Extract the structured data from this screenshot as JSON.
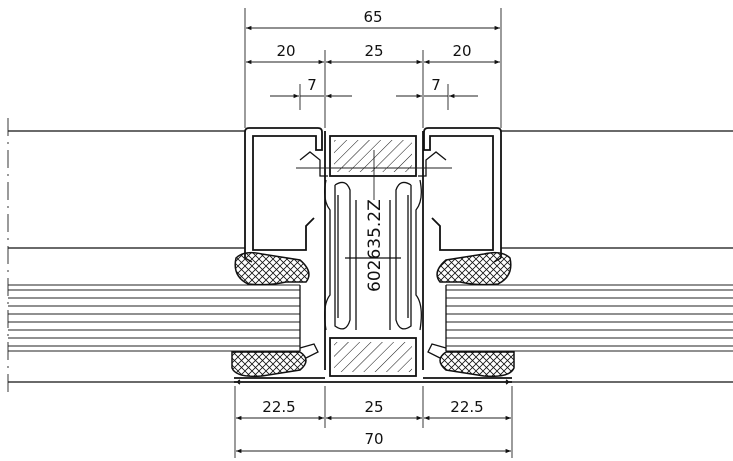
{
  "profile_code": "602635.2Z",
  "dimensions_top": {
    "overall": "65",
    "left_segment": "20",
    "middle_segment": "25",
    "right_segment": "20",
    "left_small": "7",
    "right_small": "7"
  },
  "dimensions_bottom": {
    "left_segment": "22.5",
    "middle_segment": "25",
    "right_segment": "22.5",
    "overall": "70"
  }
}
